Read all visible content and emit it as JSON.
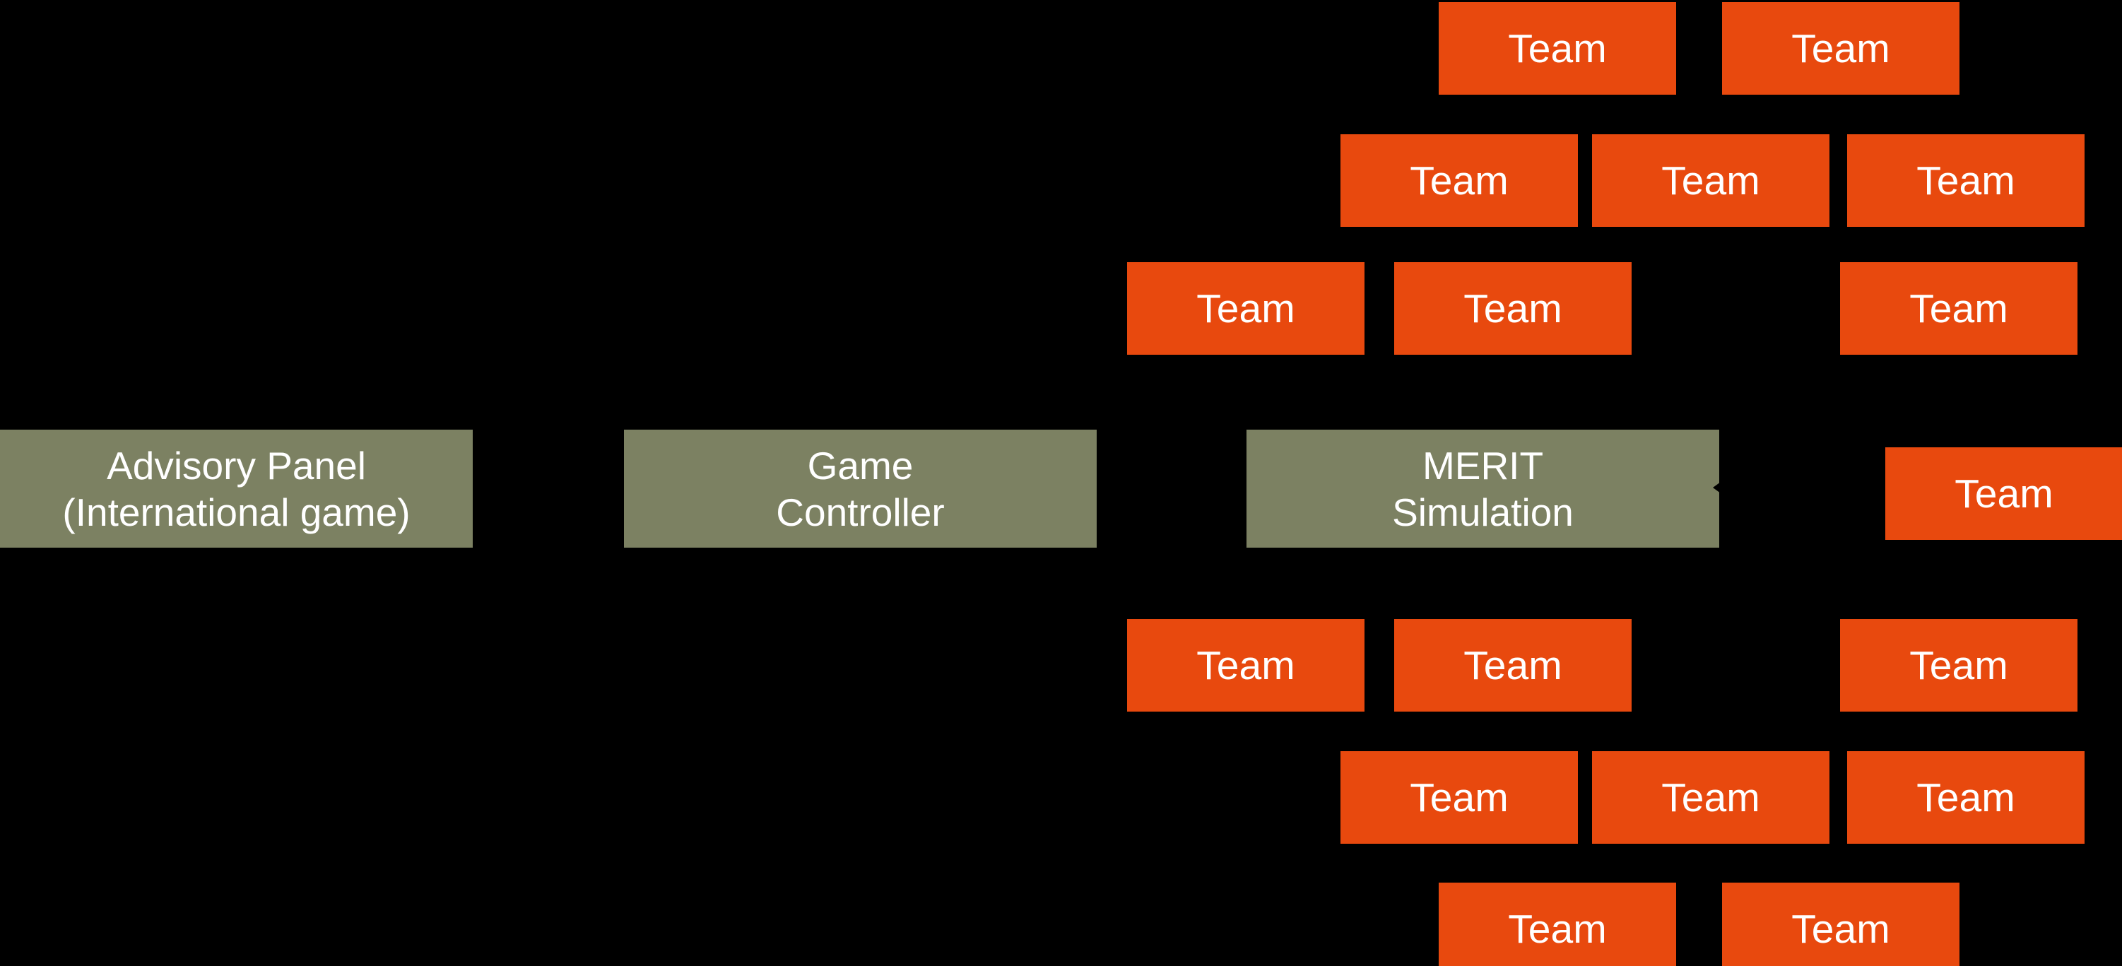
{
  "diagram": {
    "team_label": "Team",
    "team_count": 17,
    "nodes": {
      "advisory_panel": {
        "line1": "Advisory Panel",
        "line2": "(International game)"
      },
      "game_controller": {
        "line1": "Game",
        "line2": "Controller"
      },
      "merit_simulation": {
        "line1": "MERIT",
        "line2": "Simulation"
      }
    },
    "colors": {
      "background": "#000000",
      "hub_box_fill": "#7C8162",
      "team_box_fill": "#E8490E",
      "text": "#FFFFFF"
    }
  }
}
